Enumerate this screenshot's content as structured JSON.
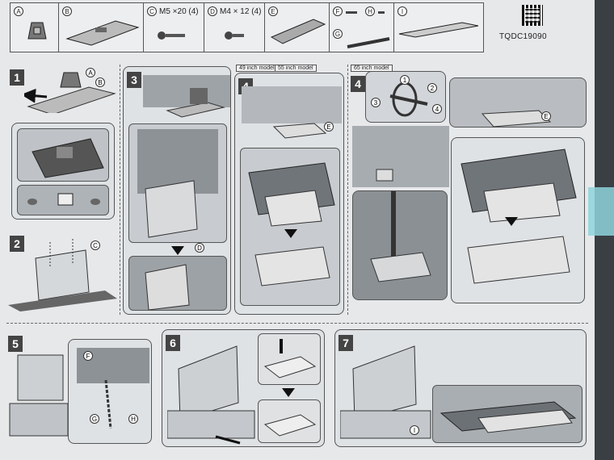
{
  "parts": [
    {
      "id": "A",
      "text": ""
    },
    {
      "id": "B",
      "text": ""
    },
    {
      "id": "C",
      "text": "M5 ×20 (4)"
    },
    {
      "id": "D",
      "text": "M4 × 12 (4)"
    },
    {
      "id": "E",
      "text": ""
    },
    {
      "id": "F",
      "text": ""
    },
    {
      "id": "H",
      "text": ""
    },
    {
      "id": "G",
      "text": ""
    },
    {
      "id": "I",
      "text": ""
    }
  ],
  "doc_code": "TQDC19090",
  "steps": [
    "1",
    "2",
    "3",
    "4",
    "4",
    "5",
    "6",
    "7"
  ],
  "tags": {
    "m49": "49 inch model",
    "m55": "55 inch model",
    "m65": "65 inch model"
  },
  "callouts": {
    "A": "A",
    "B": "B",
    "C": "C",
    "D": "D",
    "E1": "E",
    "E2": "E",
    "F": "F",
    "G": "G",
    "H": "H",
    "I": "I"
  },
  "cable_numbers": [
    "1",
    "2",
    "3",
    "4"
  ]
}
